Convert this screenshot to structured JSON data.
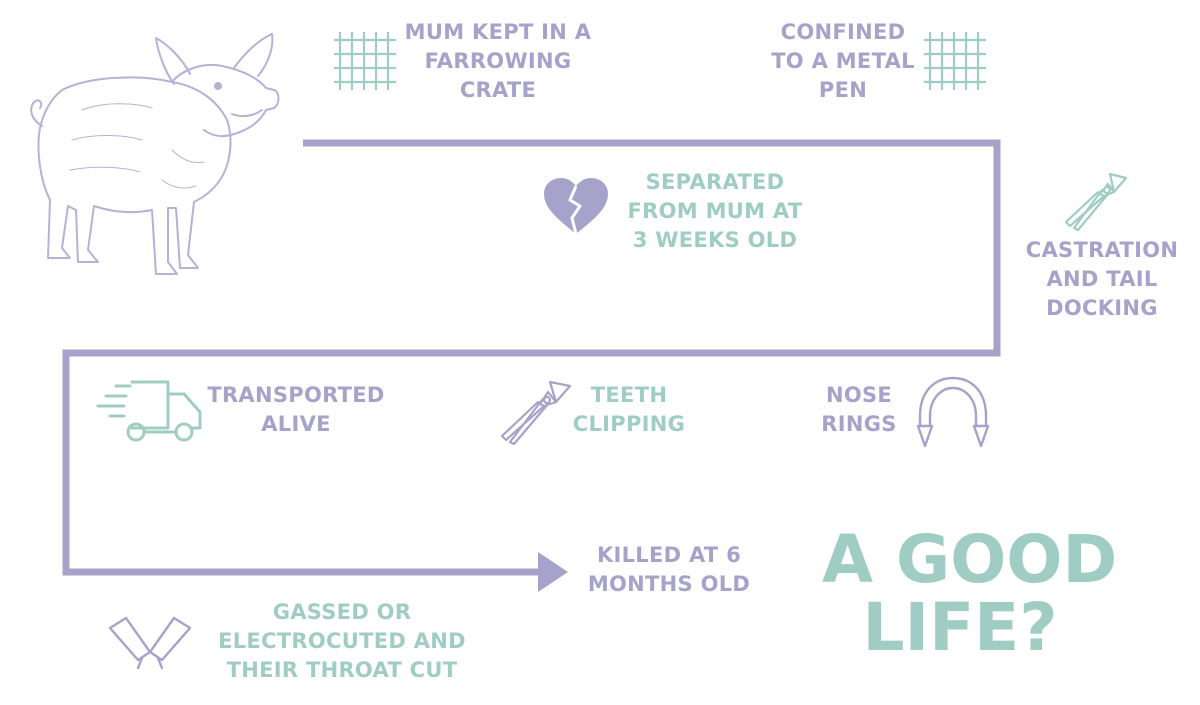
{
  "colors": {
    "path": "#a7a2c9",
    "purple_text": "#a7a2c9",
    "green_text": "#9fccc3",
    "pig": "#b6b1d6"
  },
  "steps": {
    "farrowing": {
      "lines": [
        "MUM KEPT IN A",
        "FARROWING",
        "CRATE"
      ],
      "icon": "grid-icon"
    },
    "confined": {
      "lines": [
        "CONFINED",
        "TO A METAL",
        "PEN"
      ],
      "icon": "grid-icon"
    },
    "separated": {
      "lines": [
        "SEPARATED",
        "FROM MUM AT",
        "3 WEEKS OLD"
      ],
      "icon": "broken-heart-icon"
    },
    "castration": {
      "lines": [
        "CASTRATION",
        "AND TAIL",
        "DOCKING"
      ],
      "icon": "pliers-icon"
    },
    "transported": {
      "lines": [
        "TRANSPORTED",
        "ALIVE"
      ],
      "icon": "truck-icon"
    },
    "teeth": {
      "lines": [
        "TEETH",
        "CLIPPING"
      ],
      "icon": "pliers-icon"
    },
    "nose": {
      "lines": [
        "NOSE",
        "RINGS"
      ],
      "icon": "nose-ring-icon"
    },
    "killed": {
      "lines": [
        "KILLED AT 6",
        "MONTHS OLD"
      ]
    },
    "gassed": {
      "lines": [
        "GASSED OR",
        "ELECTROCUTED AND",
        "THEIR THROAT CUT"
      ],
      "icon": "cleaver-icon"
    }
  },
  "headline": {
    "lines": [
      "A GOOD",
      "LIFE?"
    ]
  },
  "illustration": {
    "icon": "pig-icon"
  }
}
